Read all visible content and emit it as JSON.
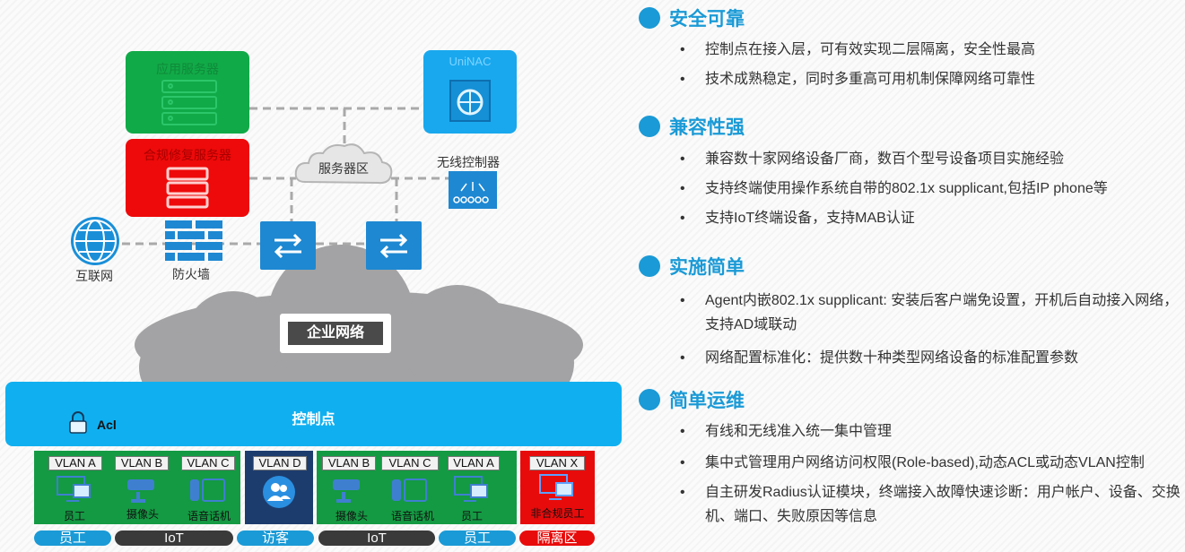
{
  "diagram": {
    "app_server": {
      "label": "应用服务器",
      "color": "#11aa48"
    },
    "unmac": {
      "label": "UniNAC",
      "color": "#19a8ee"
    },
    "compliance_server": {
      "label": "合规修复服务器",
      "color": "#ee0a0a"
    },
    "cloud_service": {
      "label": "服务器区"
    },
    "wireless_controller": {
      "label": "无线控制器"
    },
    "internet": {
      "label": "互联网"
    },
    "firewall": {
      "label": "防火墙"
    },
    "enterprise_network": {
      "label": "企业网络"
    },
    "control_point": {
      "label": "控制点",
      "color": "#10b0f0"
    },
    "acl": {
      "label": "Acl"
    },
    "vlan_groups": [
      {
        "tags": [
          "VLAN A",
          "VLAN B",
          "VLAN C"
        ],
        "devices": [
          "员工",
          "摄像头",
          "语音话机"
        ],
        "color": "#149a43"
      },
      {
        "tags": [
          "VLAN D"
        ],
        "devices": [],
        "color": "#1c3c6e"
      },
      {
        "tags": [
          "VLAN B",
          "VLAN C",
          "VLAN A"
        ],
        "devices": [
          "摄像头",
          "语音话机",
          "员工"
        ],
        "color": "#149a43"
      },
      {
        "tags": [
          "VLAN X"
        ],
        "devices": [
          "非合规员工"
        ],
        "color": "#e80b0b"
      }
    ],
    "zones": [
      {
        "label": "员工",
        "color": "#1a9ad6"
      },
      {
        "label": "IoT",
        "color": "#3a3a3a"
      },
      {
        "label": "访客",
        "color": "#1a9ad6"
      },
      {
        "label": "IoT",
        "color": "#3a3a3a"
      },
      {
        "label": "员工",
        "color": "#1a9ad6"
      },
      {
        "label": "隔离区",
        "color": "#e80b0b"
      }
    ]
  },
  "sections": [
    {
      "title": "安全可靠",
      "bullets": [
        "控制点在接入层，可有效实现二层隔离，安全性最高",
        "技术成熟稳定，同时多重高可用机制保障网络可靠性"
      ]
    },
    {
      "title": "兼容性强",
      "bullets": [
        "兼容数十家网络设备厂商，数百个型号设备项目实施经验",
        "支持终端使用操作系统自带的802.1x supplicant,包括IP phone等",
        "支持IoT终端设备，支持MAB认证"
      ]
    },
    {
      "title": "实施简单",
      "bullets": [
        "Agent内嵌802.1x supplicant: 安装后客户端免设置，开机后自动接入网络，支持AD域联动",
        "网络配置标准化：提供数十种类型网络设备的标准配置参数"
      ]
    },
    {
      "title": "简单运维",
      "bullets": [
        "有线和无线准入统一集中管理",
        "集中式管理用户网络访问权限(Role-based),动态ACL或动态VLAN控制",
        "自主研发Radius认证模块，终端接入故障快速诊断：用户帐户、设备、交换机、端口、失败原因等信息"
      ]
    }
  ],
  "bullet_char": "•"
}
